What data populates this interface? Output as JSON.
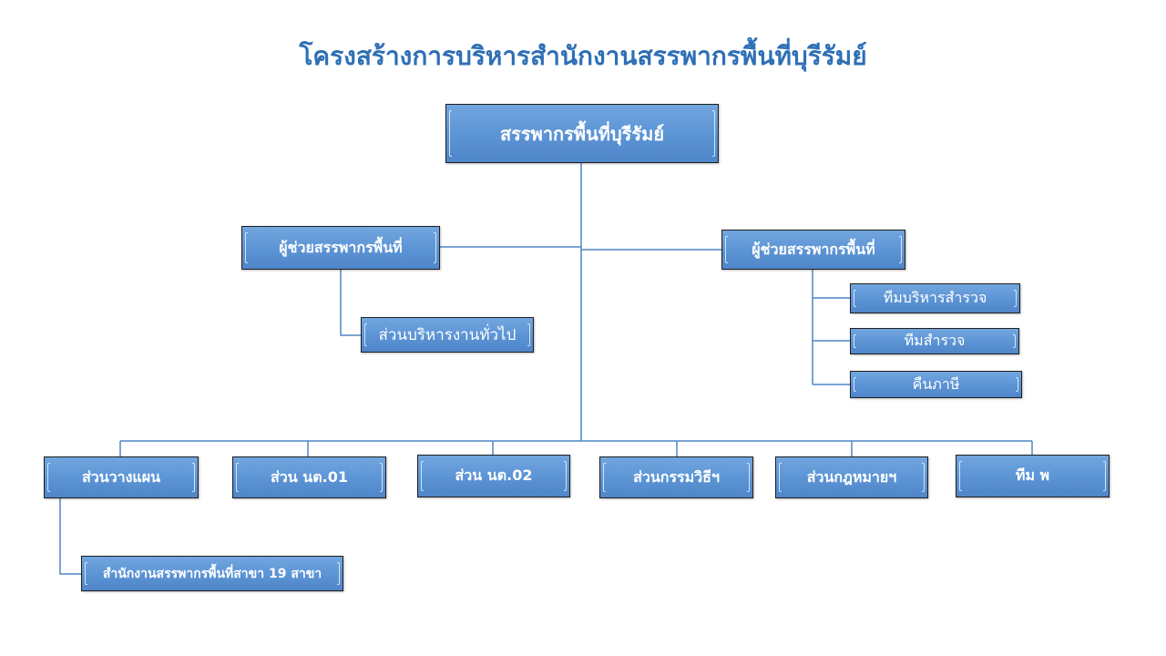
{
  "title": "โครงสร้างการบริหารสำนักงานสรรพากรพื้นที่บุรีรัมย์",
  "nodes": {
    "root": "สรรพากรพื้นที่บุรีรัมย์",
    "assistant_left": "ผู้ช่วยสรรพากรพื้นที่",
    "assistant_right": "ผู้ช่วยสรรพากรพื้นที่",
    "general_admin": "ส่วนบริหารงานทั่วไป",
    "audit_admin_team": "ทีมบริหารสำรวจ",
    "audit_team": "ทีมสำรวจ",
    "tax_refund": "คืนภาษี",
    "planning": "ส่วนวางแผน",
    "section_nt01": "ส่วน นต.01",
    "section_nt02": "ส่วน นต.02",
    "procedures": "ส่วนกรรมวิธีฯ",
    "legal": "ส่วนกฎหมายฯ",
    "team_p": "ทีม พ",
    "branches": "สำนักงานสรรพากรพื้นที่สาขา 19 สาขา"
  }
}
